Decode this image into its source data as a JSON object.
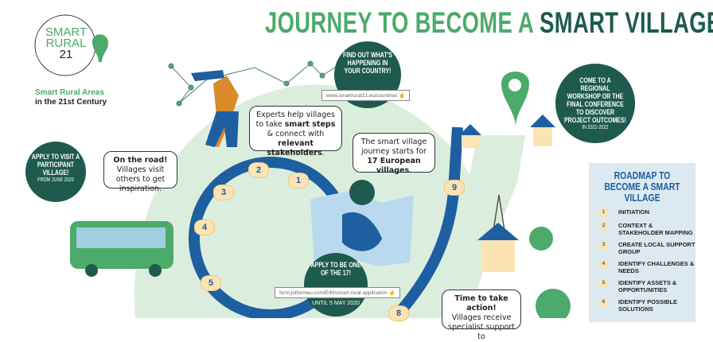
{
  "title": {
    "part1": "JOURNEY TO BECOME A",
    "part2": "SMART VILLAGE"
  },
  "logo": {
    "line1": "SMART",
    "line2": "RURAL",
    "line3": "21",
    "tagline1": "Smart Rural Areas",
    "tagline2": "in the 21st Century"
  },
  "callouts": {
    "visit": {
      "text": "APPLY TO VISIT A PARTICIPANT VILLAGE!",
      "sub": "FROM JUNE 2020"
    },
    "country": {
      "text": "FIND OUT WHAT'S HAPPENING IN YOUR COUNTRY!",
      "url": "www.smartrural21.eu/countries"
    },
    "workshop": {
      "text": "COME TO A REGIONAL WORKSHOP OR THE FINAL CONFERENCE TO DISCOVER PROJECT OUTCOMES!",
      "sub": "IN 2021-2022"
    },
    "apply": {
      "text": "APPLY TO BE ONE OF THE 17!",
      "url": "form.jotformeu.com/E40/smart-rural-application",
      "sub": "UNTIL 5 MAY 2020"
    }
  },
  "bubbles": {
    "experts": {
      "a": "Experts help villages to take ",
      "b": "smart steps",
      "c": " & connect with ",
      "d": "relevant stakeholders",
      "e": "."
    },
    "road": {
      "head": "On the road!",
      "body": "Villages visit others to get inspiration."
    },
    "journey": {
      "a": "The smart village journey starts for ",
      "b": "17 European villages",
      "c": "."
    },
    "action": {
      "head": "Time to take action!",
      "body": "Villages receive specialist support to"
    }
  },
  "steps": [
    "1",
    "2",
    "3",
    "4",
    "5",
    "8",
    "9"
  ],
  "roadmap": {
    "title": "ROADMAP TO BECOME A SMART VILLAGE",
    "items": [
      {
        "n": "1",
        "label": "INITIATION"
      },
      {
        "n": "2",
        "label": "CONTEXT & STAKEHOLDER MAPPING"
      },
      {
        "n": "3",
        "label": "CREATE LOCAL SUPPORT GROUP"
      },
      {
        "n": "4",
        "label": "IDENTIFY CHALLENGES & NEEDS"
      },
      {
        "n": "5",
        "label": "IDENTIFY ASSETS & OPPORTUNITIES"
      },
      {
        "n": "6",
        "label": "IDENTIFY POSSIBLE SOLUTIONS"
      }
    ]
  },
  "colors": {
    "dark": "#1e5a4e",
    "green": "#4caa6a",
    "blue": "#1d5fa0",
    "light": "#dbeedd"
  }
}
